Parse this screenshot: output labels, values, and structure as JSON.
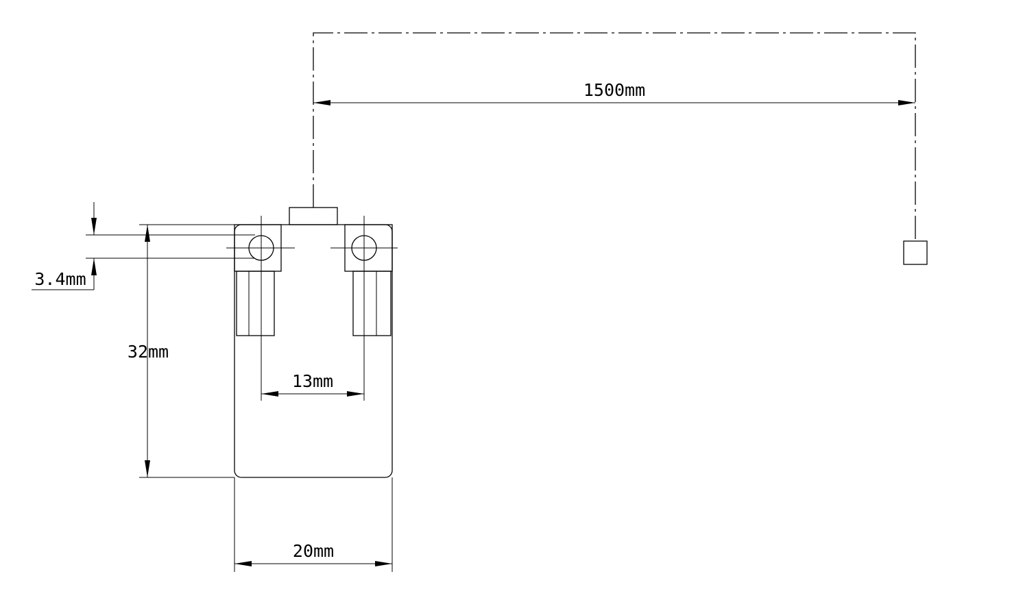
{
  "drawing": {
    "dimensions": {
      "length_cable": "1500mm",
      "height_body": "32mm",
      "hole_dia": "3.4mm",
      "hole_spacing": "13mm",
      "width_body": "20mm"
    }
  }
}
